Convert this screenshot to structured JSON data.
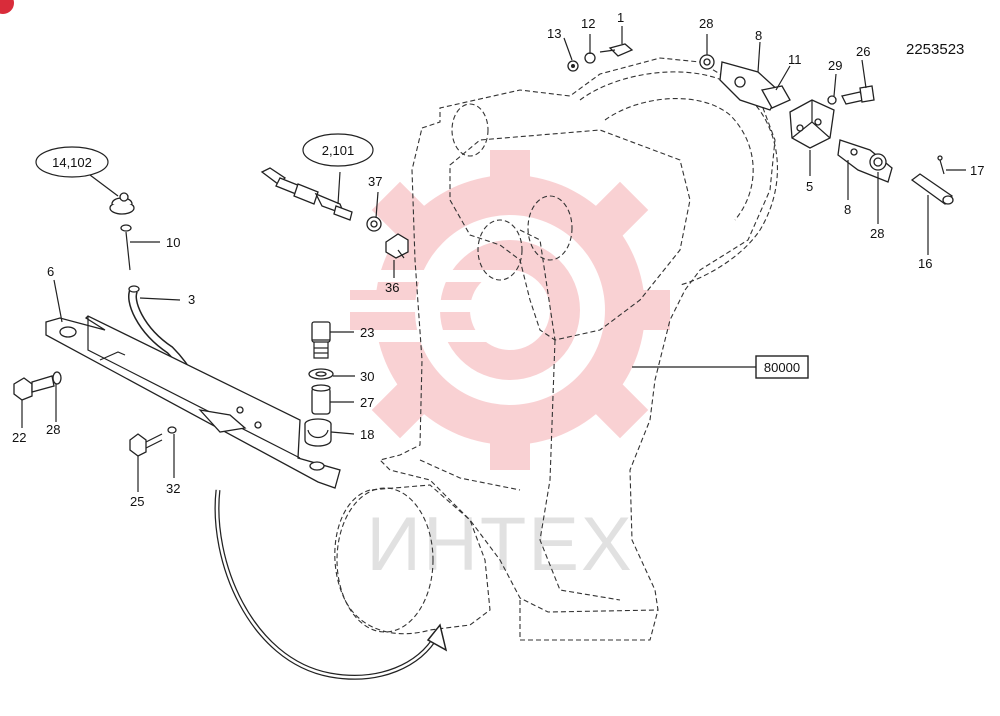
{
  "drawing_number": "2253523",
  "reference_box": "80000",
  "watermark": {
    "text": "ИНТЕХ",
    "color": "#e8323c"
  },
  "accent_colors": {
    "badge": "#d92c3a",
    "line": "#222222"
  },
  "callouts": {
    "c1": "1",
    "c12": "12",
    "c13": "13",
    "c28_top": "28",
    "c8_top": "8",
    "c11": "11",
    "c26": "26",
    "c29": "29",
    "c5": "5",
    "c8_right": "8",
    "c28_right": "28",
    "c16": "16",
    "c17": "17",
    "c14_102": "14,102",
    "c2_101": "2,101",
    "c37": "37",
    "c36": "36",
    "c10": "10",
    "c3": "3",
    "c6": "6",
    "c22": "22",
    "c28_left": "28",
    "c25": "25",
    "c32": "32",
    "c23": "23",
    "c30": "30",
    "c27": "27",
    "c18": "18"
  }
}
